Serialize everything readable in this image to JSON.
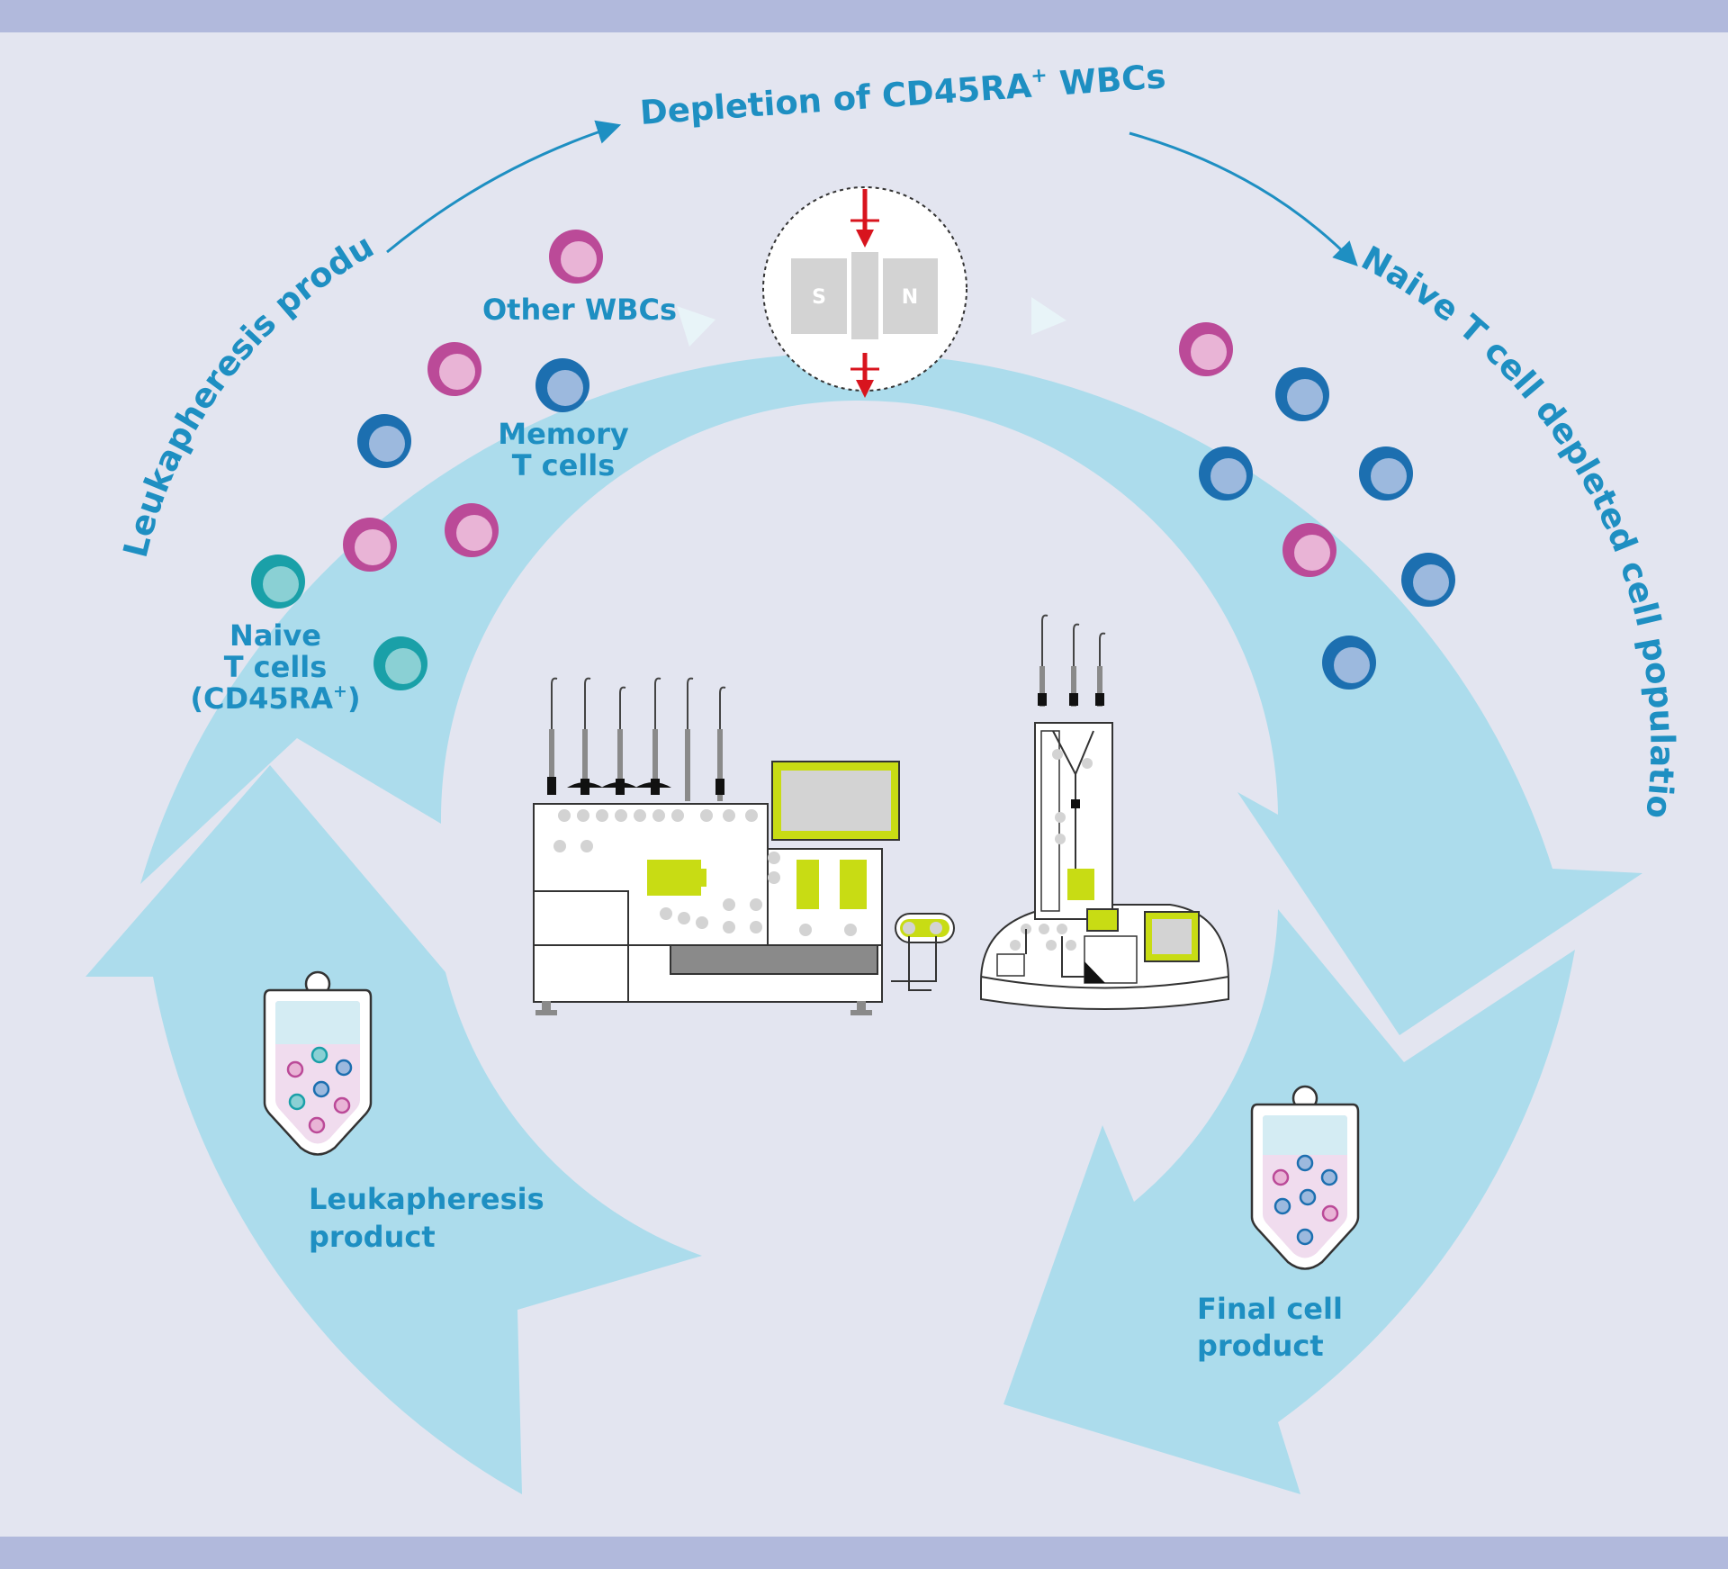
{
  "colors": {
    "background": "#e3e5f0",
    "band": "#b1b9dc",
    "flow": "#acdcec",
    "label": "#1e8fc2",
    "naive_cell": "#1aa0a8",
    "memory_cell": "#1c6fb0",
    "other_wbc": "#bb4a98",
    "instrument_accent": "#c8dc14",
    "magnet_arrow": "#d8141e"
  },
  "title": {
    "main": "Depletion of CD45RA",
    "superscript": "+",
    "tail": " WBCs"
  },
  "arc_labels": {
    "left": "Leukapheresis product",
    "right": "Naive T cell depleted cell population"
  },
  "legend": {
    "other_wbcs": "Other WBCs",
    "memory_line1": "Memory",
    "memory_line2": "T cells",
    "naive_line1": "Naive",
    "naive_line2": "T cells",
    "naive_line3_pre": "(CD45RA",
    "naive_line3_sup": "+",
    "naive_line3_post": ")"
  },
  "magnet": {
    "south": "S",
    "north": "N"
  },
  "bags": {
    "input_line1": "Leukapheresis",
    "input_line2": "product",
    "output_line1": "Final cell",
    "output_line2": "product"
  },
  "icons": [
    "magnet-separation-icon",
    "cell-processing-instrument-icon",
    "column-holder-instrument-icon",
    "blood-bag-icon"
  ]
}
